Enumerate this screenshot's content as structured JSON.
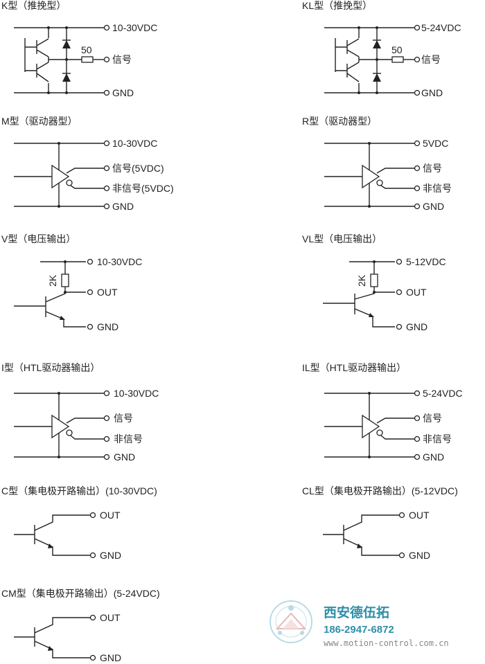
{
  "panels": [
    {
      "id": "K",
      "title": "K型（推挽型）",
      "labels": [
        "10-30VDC",
        "信号",
        "GND"
      ],
      "resistor": "50"
    },
    {
      "id": "KL",
      "title": "KL型（推挽型）",
      "labels": [
        "5-24VDC",
        "信号",
        "GND"
      ],
      "resistor": "50"
    },
    {
      "id": "M",
      "title": "M型（驱动器型）",
      "labels": [
        "10-30VDC",
        "信号(5VDC)",
        "非信号(5VDC)",
        "GND"
      ]
    },
    {
      "id": "R",
      "title": "R型（驱动器型）",
      "labels": [
        "5VDC",
        "信号",
        "非信号",
        "GND"
      ]
    },
    {
      "id": "V",
      "title": "V型（电压输出）",
      "labels": [
        "10-30VDC",
        "OUT",
        "GND"
      ],
      "resistor": "2K"
    },
    {
      "id": "VL",
      "title": "VL型（电压输出）",
      "labels": [
        "5-12VDC",
        "OUT",
        "GND"
      ],
      "resistor": "2K"
    },
    {
      "id": "I",
      "title": "I型（HTL驱动器输出）",
      "labels": [
        "10-30VDC",
        "信号",
        "非信号",
        "GND"
      ]
    },
    {
      "id": "IL",
      "title": "IL型（HTL驱动器输出）",
      "labels": [
        "5-24VDC",
        "信号",
        "非信号",
        "GND"
      ]
    },
    {
      "id": "C",
      "title": "C型（集电极开路输出）(10-30VDC)",
      "labels": [
        "OUT",
        "GND"
      ]
    },
    {
      "id": "CL",
      "title": "CL型（集电极开路输出）(5-12VDC)",
      "labels": [
        "OUT",
        "GND"
      ]
    },
    {
      "id": "CM",
      "title": "CM型（集电极开路输出）(5-24VDC)",
      "labels": [
        "OUT",
        "GND"
      ]
    }
  ],
  "brand": {
    "name": "西安德伍拓",
    "phone": "186-2947-6872",
    "url": "www.motion-control.com.cn",
    "accent": "#2f8fa8"
  }
}
